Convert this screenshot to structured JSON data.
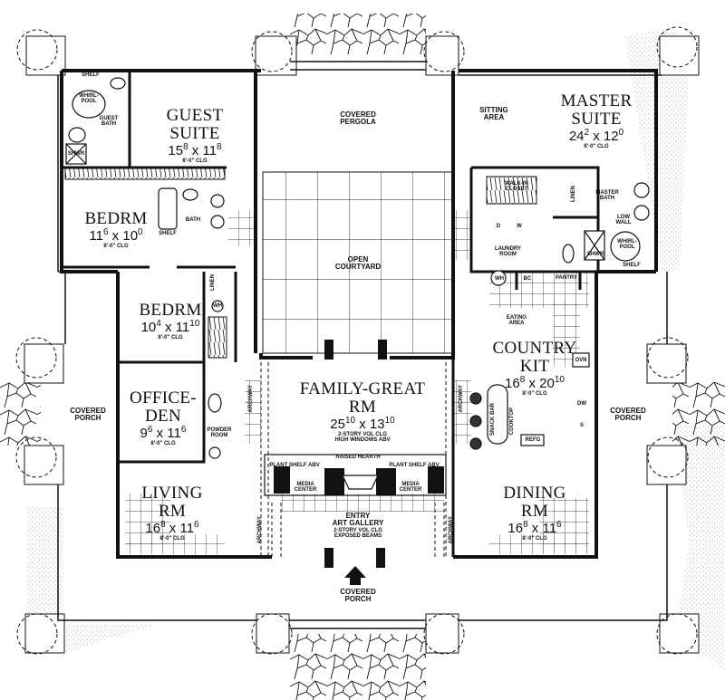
{
  "plan": {
    "title": "Floor Plan",
    "rooms": [
      {
        "id": "guest-suite",
        "name_lines": [
          "GUEST",
          "SUITE"
        ],
        "dim_a": "15",
        "dim_a_sup": "8",
        "dim_b": "11",
        "dim_b_sup": "8",
        "ceiling": "8'-0\" CLG"
      },
      {
        "id": "master-suite",
        "name_lines": [
          "MASTER",
          "SUITE"
        ],
        "dim_a": "24",
        "dim_a_sup": "2",
        "dim_b": "12",
        "dim_b_sup": "0",
        "ceiling": "8'-0\" CLG"
      },
      {
        "id": "bedrm-1",
        "name_lines": [
          "BEDRM"
        ],
        "dim_a": "11",
        "dim_a_sup": "6",
        "dim_b": "10",
        "dim_b_sup": "0",
        "ceiling": "8'-0\" CLG"
      },
      {
        "id": "bedrm-2",
        "name_lines": [
          "BEDRM"
        ],
        "dim_a": "10",
        "dim_a_sup": "4",
        "dim_b": "11",
        "dim_b_sup": "10",
        "ceiling": "8'-0\" CLG"
      },
      {
        "id": "office-den",
        "name_lines": [
          "OFFICE-",
          "DEN"
        ],
        "dim_a": "9",
        "dim_a_sup": "6",
        "dim_b": "11",
        "dim_b_sup": "6",
        "ceiling": "8'-0\" CLG"
      },
      {
        "id": "family-great-rm",
        "name_lines": [
          "FAMILY-GREAT",
          "RM"
        ],
        "dim_a": "25",
        "dim_a_sup": "10",
        "dim_b": "13",
        "dim_b_sup": "10",
        "notes": [
          "2-STORY VOL CLG",
          "HIGH WINDOWS ABV"
        ]
      },
      {
        "id": "country-kit",
        "name_lines": [
          "COUNTRY",
          "KIT"
        ],
        "dim_a": "16",
        "dim_a_sup": "8",
        "dim_b": "20",
        "dim_b_sup": "10",
        "ceiling": "8'-0\" CLG"
      },
      {
        "id": "living-rm",
        "name_lines": [
          "LIVING",
          "RM"
        ],
        "dim_a": "16",
        "dim_a_sup": "8",
        "dim_b": "11",
        "dim_b_sup": "6",
        "ceiling": "8'-0\" CLG"
      },
      {
        "id": "dining-rm",
        "name_lines": [
          "DINING",
          "RM"
        ],
        "dim_a": "16",
        "dim_a_sup": "8",
        "dim_b": "11",
        "dim_b_sup": "6",
        "ceiling": "8'-0\" CLG"
      }
    ],
    "labels": {
      "covered_pergola": [
        "COVERED",
        "PERGOLA"
      ],
      "open_courtyard": [
        "OPEN",
        "COURTYARD"
      ],
      "sitting_area": [
        "SITTING",
        "AREA"
      ],
      "guest_bath": [
        "GUEST",
        "BATH"
      ],
      "whirlpool": [
        "WHIRL-",
        "POOL"
      ],
      "shelf": "SHELF",
      "shwr": "SHWR",
      "bath": "BATH",
      "linen": "LINEN",
      "wh": "WH",
      "powder_room": [
        "POWDER",
        "ROOM"
      ],
      "walk_in_closet": [
        "WALK-IN",
        "CLOSET"
      ],
      "master_bath": [
        "MASTER",
        "BATH"
      ],
      "low_wall": [
        "LOW",
        "WALL"
      ],
      "laundry_room": [
        "LAUNDRY",
        "ROOM"
      ],
      "d": "D",
      "w": "W",
      "bc": "BC",
      "pantry": "PANTRY",
      "eating_area": [
        "EATING",
        "AREA"
      ],
      "ovn": "OVN",
      "dw": "DW",
      "s": "S",
      "refg": "REFG",
      "snack_bar": "SNACK BAR",
      "cooktop": "COOKTOP",
      "raised_hearth": "RAISED HEARTH",
      "plant_shelf_abv": "PLANT SHELF ABV",
      "media_center": [
        "MEDIA",
        "CENTER"
      ],
      "entry": [
        "ENTRY",
        "ART GALLERY",
        "2-STORY VOL CLG",
        "EXPOSED BEAMS"
      ],
      "covered_porch": [
        "COVERED",
        "PORCH"
      ],
      "archway": "ARCHWAY"
    },
    "colors": {
      "line": "#111111",
      "background": "#ffffff",
      "stipple": "#888888"
    }
  }
}
